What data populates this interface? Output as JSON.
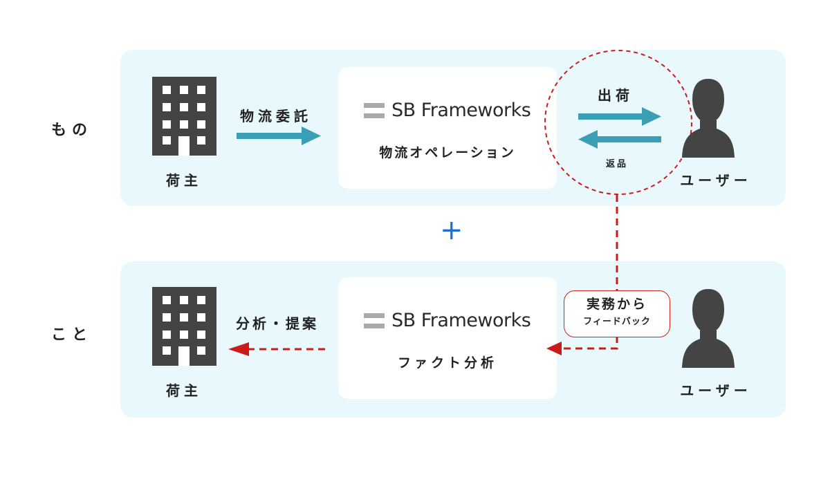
{
  "rows": {
    "mono_label": "もの",
    "koto_label": "こと"
  },
  "top": {
    "shipper_label": "荷主",
    "arrow_label": "物流委託",
    "logo_text": "SB Frameworks",
    "card_subtitle": "物流オペレーション",
    "ship_label": "出荷",
    "return_label": "返品",
    "user_label": "ユーザー"
  },
  "plus_symbol": "+",
  "bottom": {
    "shipper_label": "荷主",
    "arrow_label": "分析・提案",
    "logo_text": "SB Frameworks",
    "card_subtitle": "ファクト分析",
    "feedback_line1": "実務から",
    "feedback_line2": "フィードバック",
    "user_label": "ユーザー"
  },
  "colors": {
    "panel_bg": "#e8f8fc",
    "arrow_teal": "#3a9fb5",
    "accent_red": "#cc1a1a",
    "plus_blue": "#1f6fd6",
    "icon_gray": "#444444"
  },
  "icons": {
    "building": "building-icon",
    "user": "user-silhouette-icon"
  }
}
